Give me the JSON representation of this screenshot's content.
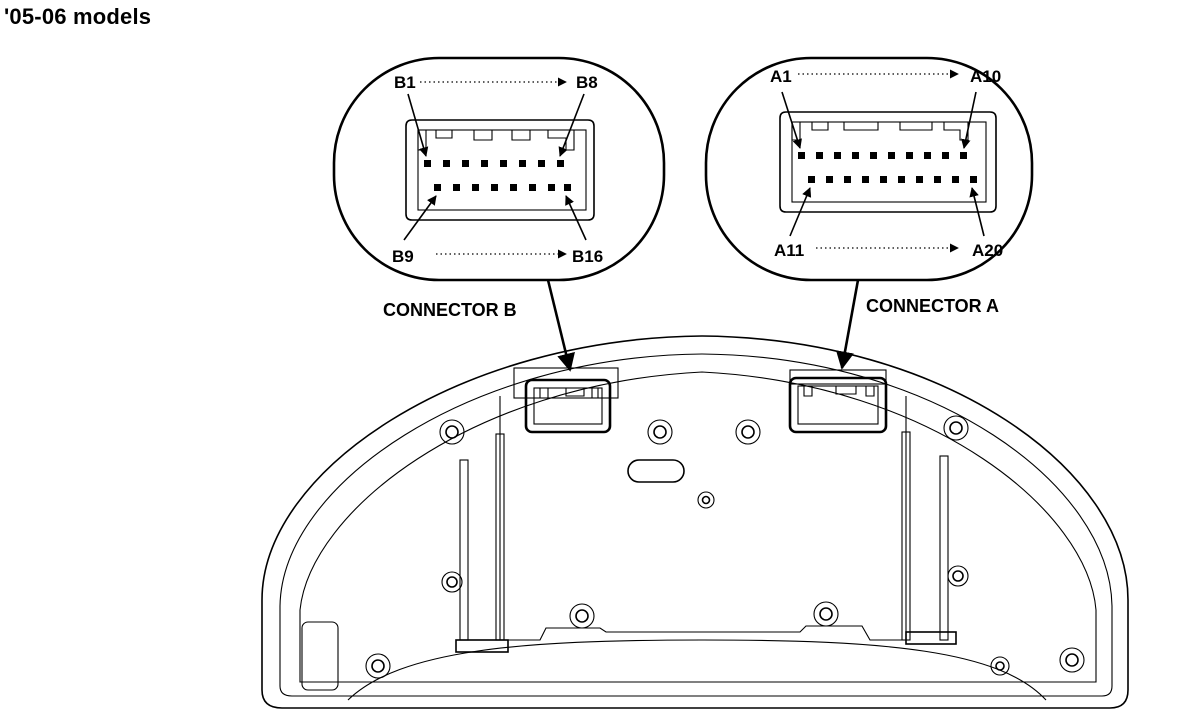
{
  "title": "'05-06 models",
  "connectors": {
    "b": {
      "name": "CONNECTOR B",
      "top_left": "B1",
      "top_right": "B8",
      "bottom_left": "B9",
      "bottom_right": "B16"
    },
    "a": {
      "name": "CONNECTOR A",
      "top_left": "A1",
      "top_right": "A10",
      "bottom_left": "A11",
      "bottom_right": "A20"
    }
  }
}
